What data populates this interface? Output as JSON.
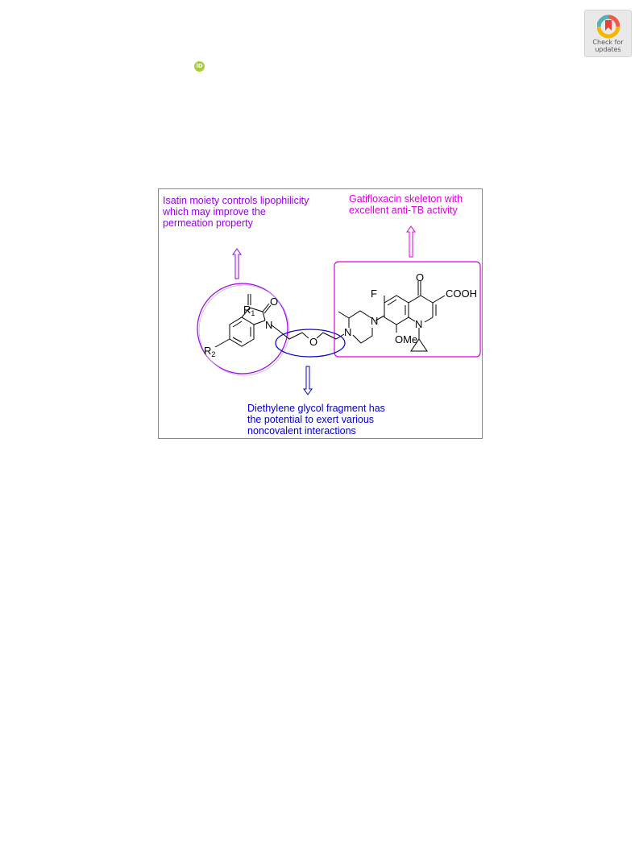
{
  "header": {
    "check_for_updates": "Check for updates",
    "orcid_label": "iD"
  },
  "figure": {
    "annotations": {
      "isatin": "Isatin moiety controls lipophilicity\nwhich may improve the\npermeation property",
      "gatifloxacin": "Gatifloxacin skeleton with\nexcellent anti-TB activity",
      "diethylene_glycol": "Diethylene glycol fragment has\nthe potential to exert various\nnoncovalent interactions"
    },
    "atoms": {
      "r1": "R",
      "r1_sub": "1",
      "r2": "R",
      "r2_sub": "2",
      "carbonyl_o": "O",
      "isatin_n": "N",
      "ether_o": "O",
      "piperazine_n1": "N",
      "piperazine_n2": "N",
      "fluorine": "F",
      "keto_o": "O",
      "acid": "COOH",
      "quinolone_n": "N",
      "methoxy": "OMe"
    },
    "colors": {
      "isatin": "#9900e6",
      "gatifloxacin": "#e000e0",
      "diethylene_glycol": "#0000cc",
      "structure": "#000000"
    }
  }
}
